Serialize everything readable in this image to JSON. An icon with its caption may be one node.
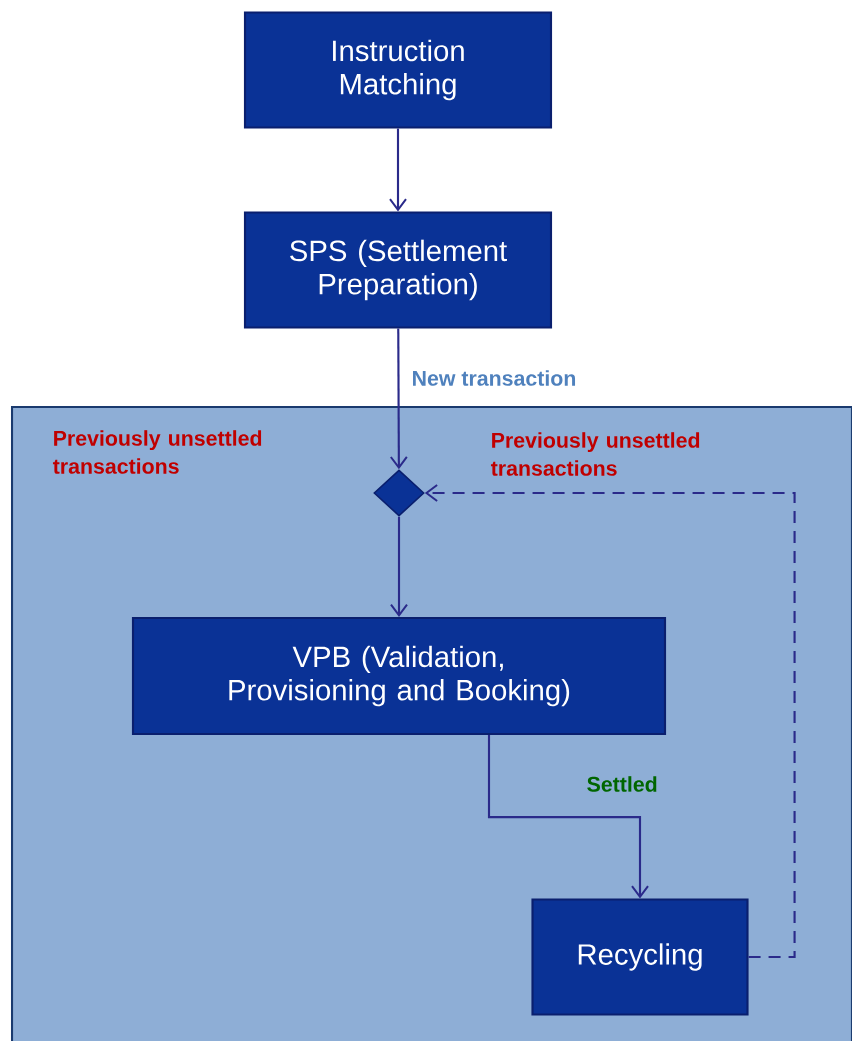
{
  "diagram": {
    "nodes": [
      {
        "text": [
          "Instruction Matching"
        ]
      },
      {
        "text": [
          "SPS (Settlement Preparation)"
        ]
      },
      {
        "text": [],
        "shape": "box"
      },
      {
        "text": [],
        "shape": "diamond",
        "in": 2
      },
      {
        "text": [
          "VPB (Validation, Provisioning and Booking)"
        ],
        "in": 2
      },
      {
        "text": [
          "Recycling"
        ],
        "in": 2
      }
    ],
    "edges": [
      {
        "from": 0,
        "to": 1,
        "arrow": "to"
      },
      {
        "from": 1,
        "to": 3,
        "arrow": "to",
        "label": "New transaction"
      },
      {
        "from": 3,
        "to": 4,
        "arrow": "to"
      },
      {
        "from": 4,
        "to": 5,
        "arrow": "to",
        "label": "Settled"
      },
      {
        "from": 5,
        "to": 3,
        "arrow": "to",
        "style": "dashed"
      }
    ],
    "labels": [
      "Previously unsettled transactions",
      "Previously unsettled transactions"
    ]
  }
}
